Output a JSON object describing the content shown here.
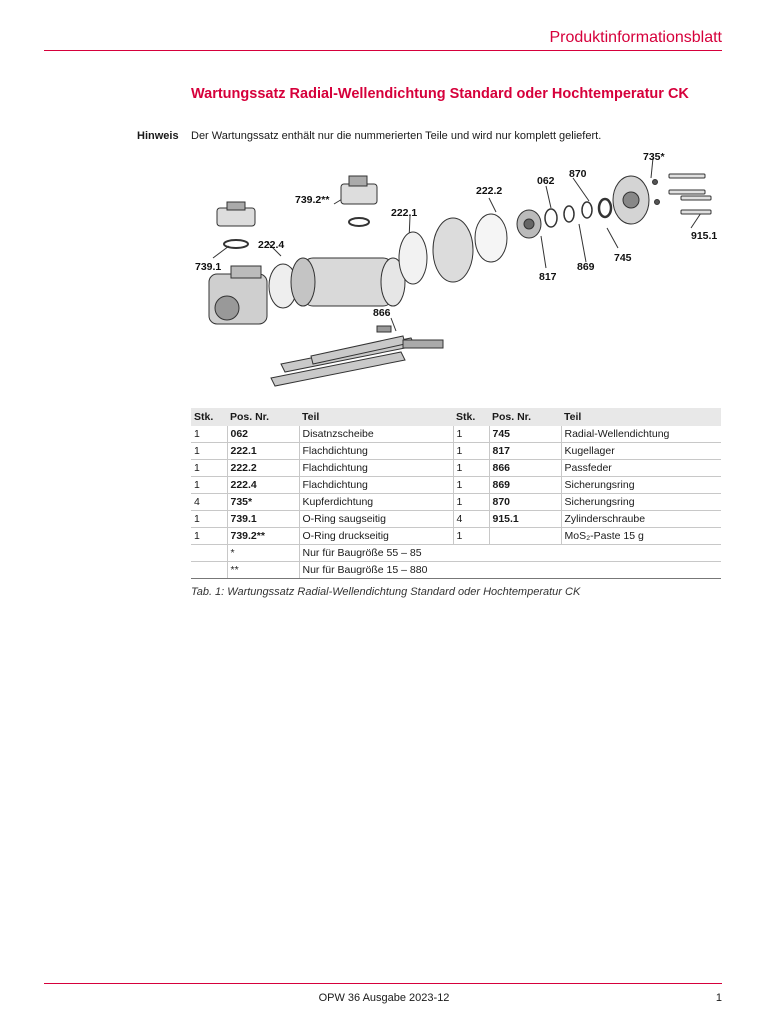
{
  "header": {
    "title": "Produktinformationsblatt"
  },
  "section": {
    "title": "Wartungssatz Radial-Wellendichtung Standard oder Hochtemperatur CK"
  },
  "note": {
    "label": "Hinweis",
    "text": "Der Wartungssatz enthält nur die nummerierten Teile und wird nur komplett geliefert."
  },
  "figure": {
    "labels": [
      "735*",
      "870",
      "062",
      "222.2",
      "739.2**",
      "222.1",
      "222.4",
      "739.1",
      "915.1",
      "745",
      "869",
      "817",
      "866"
    ]
  },
  "table": {
    "headers": [
      "Stk.",
      "Pos. Nr.",
      "Teil",
      "Stk.",
      "Pos. Nr.",
      "Teil"
    ],
    "rows": [
      [
        "1",
        "062",
        "Disatnzscheibe",
        "1",
        "745",
        "Radial-Wellendichtung"
      ],
      [
        "1",
        "222.1",
        "Flachdichtung",
        "1",
        "817",
        "Kugellager"
      ],
      [
        "1",
        "222.2",
        "Flachdichtung",
        "1",
        "866",
        "Passfeder"
      ],
      [
        "1",
        "222.4",
        "Flachdichtung",
        "1",
        "869",
        "Sicherungsring"
      ],
      [
        "4",
        "735*",
        "Kupferdichtung",
        "1",
        "870",
        "Sicherungsring"
      ],
      [
        "1",
        "739.1",
        "O-Ring saugseitig",
        "4",
        "915.1",
        "Zylinderschraube"
      ],
      [
        "1",
        "739.2**",
        "O-Ring druckseitig",
        "1",
        "",
        "MoS₂-Paste 15 g"
      ]
    ],
    "footnotes": [
      [
        "*",
        "Nur für Baugröße 55 – 85"
      ],
      [
        "**",
        "Nur für Baugröße 15 – 880"
      ]
    ]
  },
  "caption": "Tab. 1: Wartungssatz Radial-Wellendichtung Standard oder Hochtemperatur CK",
  "footer": {
    "center": "OPW 36 Ausgabe 2023-12",
    "page": "1"
  },
  "colors": {
    "accent": "#d6003b"
  }
}
